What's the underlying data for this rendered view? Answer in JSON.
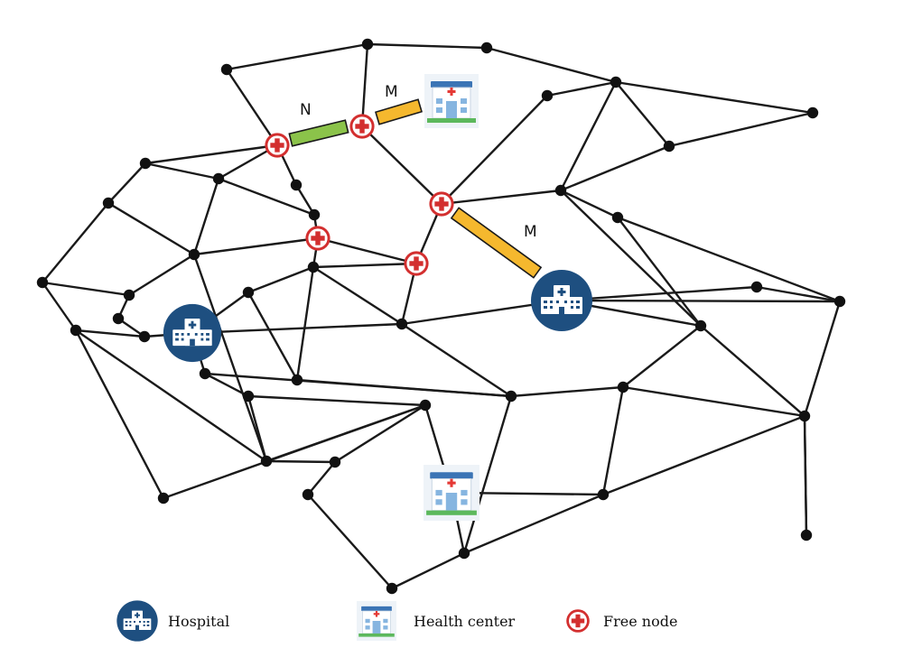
{
  "segments": [
    {
      "label": "N",
      "color": "#8bc34a"
    },
    {
      "label": "M",
      "color": "#f5b82e"
    },
    {
      "label": "M",
      "color": "#f5b82e"
    }
  ],
  "legend": {
    "hospital": {
      "label": "Hospital",
      "icon": "hospital-icon"
    },
    "health_center": {
      "label": "Health center",
      "icon": "health-center-icon"
    },
    "free_node": {
      "label": "Free node",
      "icon": "free-node-icon"
    }
  },
  "colors": {
    "hospital": "#1e4f80",
    "free_node_ring": "#d32f2f",
    "health_center_roof": "#3b74b5",
    "health_center_cross": "#e53935",
    "edge": "#1a1a1a"
  }
}
